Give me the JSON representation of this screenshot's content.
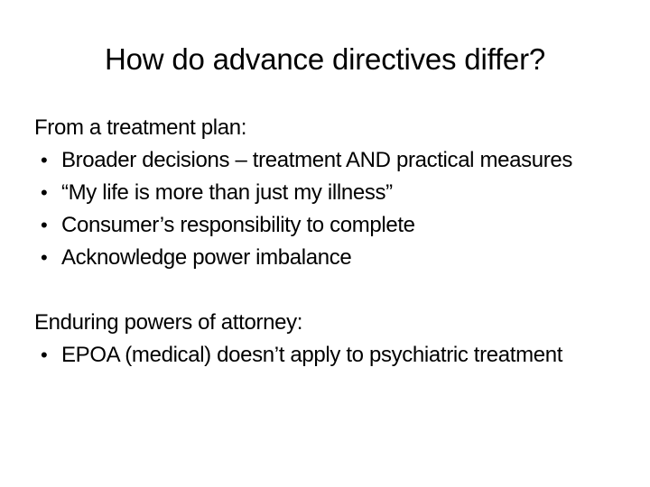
{
  "slide": {
    "title": "How do advance directives differ?",
    "bullet_glyph": "•",
    "text_color": "#000000",
    "background_color": "#ffffff",
    "blocks": [
      {
        "heading": "From a treatment plan:",
        "bullets": [
          "Broader decisions – treatment AND practical measures",
          "“My life is more than just my illness”",
          "Consumer’s responsibility to complete",
          "Acknowledge power imbalance"
        ]
      },
      {
        "heading": "Enduring powers of attorney:",
        "bullets": [
          "EPOA (medical) doesn’t apply to psychiatric treatment"
        ]
      }
    ]
  }
}
